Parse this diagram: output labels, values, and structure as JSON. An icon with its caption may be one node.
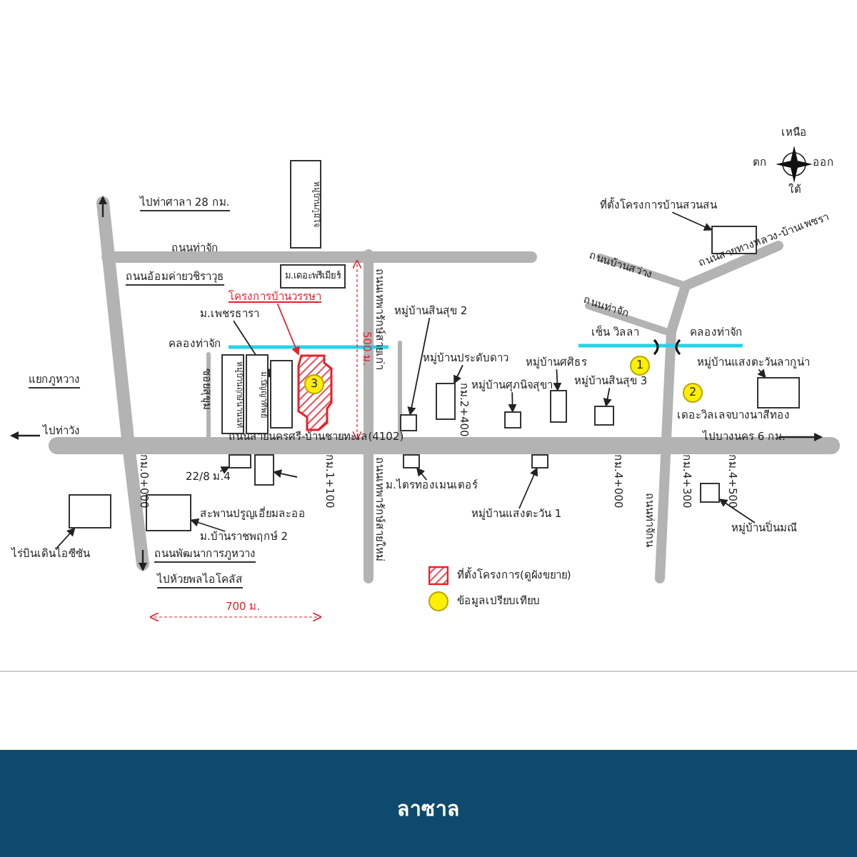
{
  "diagram": {
    "caption": "ลาซาล",
    "nodes": [
      {
        "text": [
          "หมู่บ้านภูมิใจ"
        ]
      },
      {
        "text": [
          "ม.เดอะพรีเมียร์"
        ]
      },
      {
        "text": [
          "โครงการบ้านวรรษา"
        ]
      },
      {
        "text": [],
        "shape": "box"
      },
      {
        "text": [
          "ม.เพชรธารา"
        ]
      },
      {
        "text": [],
        "shape": "box"
      },
      {
        "text": [
          "หมู่บ้านฤกษ์นานนท์"
        ]
      },
      {
        "text": [
          "ม.ปัญญาทิพย์"
        ]
      },
      {
        "text": [
          "3"
        ],
        "in": 3
      },
      {
        "text": [
          "หมู่บ้านสินสุข 2"
        ]
      },
      {
        "text": [],
        "shape": "box"
      },
      {
        "text": [
          "หมู่บ้านประดับดาว"
        ]
      },
      {
        "text": [],
        "shape": "box"
      },
      {
        "text": [
          "หมู่บ้านศุภนิจสุขา"
        ]
      },
      {
        "text": [],
        "shape": "box"
      },
      {
        "text": [
          "หมู่บ้านศศิธร"
        ]
      },
      {
        "text": [],
        "shape": "box"
      },
      {
        "text": [
          "หมู่บ้านสินสุข 3"
        ]
      },
      {
        "text": [],
        "shape": "box"
      },
      {
        "text": [
          "ที่ตั้งโครงการบ้านสวนสน"
        ]
      },
      {
        "text": [],
        "shape": "box"
      },
      {
        "text": [
          "1"
        ]
      },
      {
        "text": [
          "2"
        ]
      },
      {
        "text": [
          "หมู่บ้านแสงตะวันลากูน่า"
        ]
      },
      {
        "text": [],
        "shape": "box"
      },
      {
        "text": [
          "ม.ไตรทองเมนเตอร์"
        ]
      },
      {
        "text": [],
        "shape": "box"
      },
      {
        "text": [
          "หมู่บ้านแสงตะวัน 1"
        ]
      },
      {
        "text": [],
        "shape": "box"
      },
      {
        "text": [
          "หมู่บ้านปิ่นมณี"
        ]
      },
      {
        "text": [],
        "shape": "box"
      },
      {
        "text": [
          "22/8 ม.4"
        ]
      },
      {
        "text": [],
        "shape": "box"
      },
      {
        "text": [],
        "shape": "box"
      },
      {
        "text": [
          "ม.บ้านราชพฤกษ์ 2"
        ]
      },
      {
        "text": [],
        "shape": "box"
      },
      {
        "text": [
          "ไร่บินเดินไอซีซัน"
        ]
      },
      {
        "text": [],
        "shape": "box"
      }
    ],
    "edges": [
      {
        "from": 2,
        "to": 3,
        "arrow": "to",
        "color": "#e8202a"
      },
      {
        "from": 4,
        "to": 5,
        "arrow": "to"
      },
      {
        "from": 9,
        "to": 10,
        "arrow": "to"
      },
      {
        "from": 11,
        "to": 12,
        "arrow": "to"
      },
      {
        "from": 13,
        "to": 14,
        "arrow": "to"
      },
      {
        "from": 15,
        "to": 16,
        "arrow": "to"
      },
      {
        "from": 17,
        "to": 18,
        "arrow": "to"
      },
      {
        "from": 19,
        "to": 20,
        "arrow": "to"
      },
      {
        "from": 23,
        "to": 24,
        "arrow": "to"
      },
      {
        "from": 25,
        "to": 26,
        "arrow": "to"
      },
      {
        "from": 27,
        "to": 28,
        "arrow": "to"
      },
      {
        "from": 29,
        "to": 30,
        "arrow": "to"
      },
      {
        "from": 31,
        "to": 32,
        "arrow": "to"
      },
      {
        "from": null,
        "to": 33,
        "arrow": "to"
      },
      {
        "from": 34,
        "to": 35,
        "arrow": "to"
      },
      {
        "from": 36,
        "to": 37,
        "arrow": "to"
      }
    ],
    "labels": [
      "เหนือ",
      "ตก",
      "ออก",
      "ใต้",
      "ไปท่าศาลา 28 กม.",
      "ถนนท่าจัก",
      "ถนนอ้อมค่ายวชิราวุธ",
      "ถนนบ้านสว่าง",
      "ถนนสายทางหลวง-บ้านเพชรา",
      "ถนนท่าจัก",
      "500 ม.",
      "ถนนเทพารักษ์สายเก่า",
      "คลองท่าจัก",
      "เซ็น วิลลา",
      "คลองท่าจัก",
      "ซอยสุขุม",
      "กม.2+400",
      "เดอะวิลเลจบางนาสีทอง",
      "แยกภูหวาง",
      "ไปท่าวัง",
      "ถนนสายนครศรี-บ้านชายทะเล(4102)",
      "ไปบางนคร 6 กม.",
      "กม.0+000",
      "กม.1+100",
      "ถนนเทพารักษ์สายใหม่",
      "กม.4+000",
      "กม.4+300",
      "กม.4+500",
      "ถนนท่าจักน",
      "สะพานปรูญเอี่ยมละออ",
      "ถนนพัฒนาการภูหวาง",
      "ไปห้วยพลไอโคลัส",
      "700 ม."
    ],
    "legend": [
      {
        "text": "ที่ตั้งโครงการ(ดูผังขยาย)"
      },
      {
        "text": "ข้อมูลเปรียบเทียบ",
        "color": "#ffef00"
      }
    ]
  }
}
